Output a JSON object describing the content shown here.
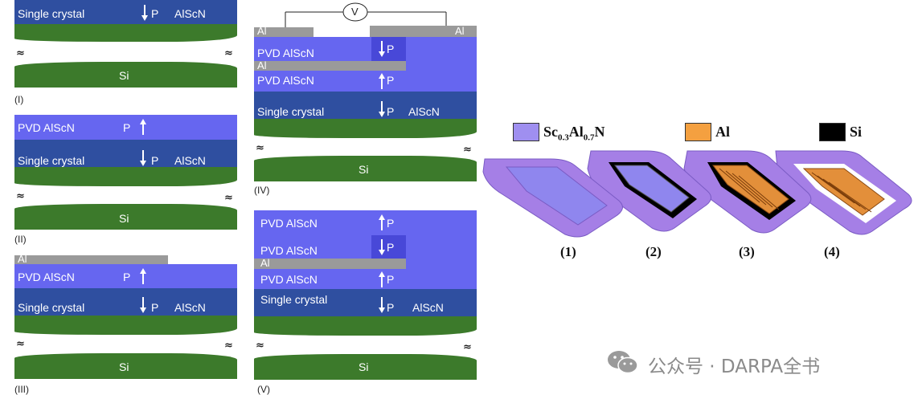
{
  "panel_I": {
    "single_crystal": "Single crystal",
    "p": "P",
    "alscn": "AlScN",
    "si": "Si",
    "approx": "≈",
    "caption": "(I)"
  },
  "panel_II": {
    "pvd": "PVD AlScN",
    "p_top": "P",
    "single_crystal": "Single crystal",
    "p": "P",
    "alscn": "AlScN",
    "si": "Si",
    "approx": "≈",
    "caption": "(II)"
  },
  "panel_III": {
    "al": "Al",
    "pvd": "PVD AlScN",
    "p_top": "P",
    "single_crystal": "Single crystal",
    "p": "P",
    "alscn": "AlScN",
    "si": "Si",
    "approx": "≈",
    "caption": "(III)"
  },
  "panel_IV": {
    "v": "V",
    "al_left": "Al",
    "al_right": "Al",
    "pvd_top": "PVD AlScN",
    "al_mid": "Al",
    "pvd_mid": "PVD AlScN",
    "p_a": "P",
    "p_b": "P",
    "single_crystal": "Single crystal",
    "p": "P",
    "alscn": "AlScN",
    "si": "Si",
    "approx": "≈",
    "caption": "(IV)"
  },
  "panel_V": {
    "pvd_1": "PVD AlScN",
    "pvd_2": "PVD AlScN",
    "al": "Al",
    "pvd_3": "PVD AlScN",
    "p_1": "P",
    "p_2": "P",
    "p_3": "P",
    "single_crystal": "Single crystal",
    "p": "P",
    "alscn": "AlScN",
    "si": "Si",
    "approx": "≈",
    "caption": "(V)"
  },
  "legend": {
    "sc_main": "Sc",
    "sc_sub1": "0.3",
    "al_main": "Al",
    "al_sub": "0.7",
    "n": "N",
    "al": "Al",
    "si": "Si",
    "colors": {
      "scaln": "#9f8ff0",
      "al": "#f4a040",
      "si": "#000000"
    }
  },
  "steps": [
    "(1)",
    "(2)",
    "(3)",
    "(4)"
  ],
  "watermark": "公众号 · DARPA全书",
  "colors": {
    "alscn_single": "#2f4fa0",
    "pvd": "#6666f0",
    "green": "#3c7a2b",
    "al_gray": "#9a9a9a"
  }
}
